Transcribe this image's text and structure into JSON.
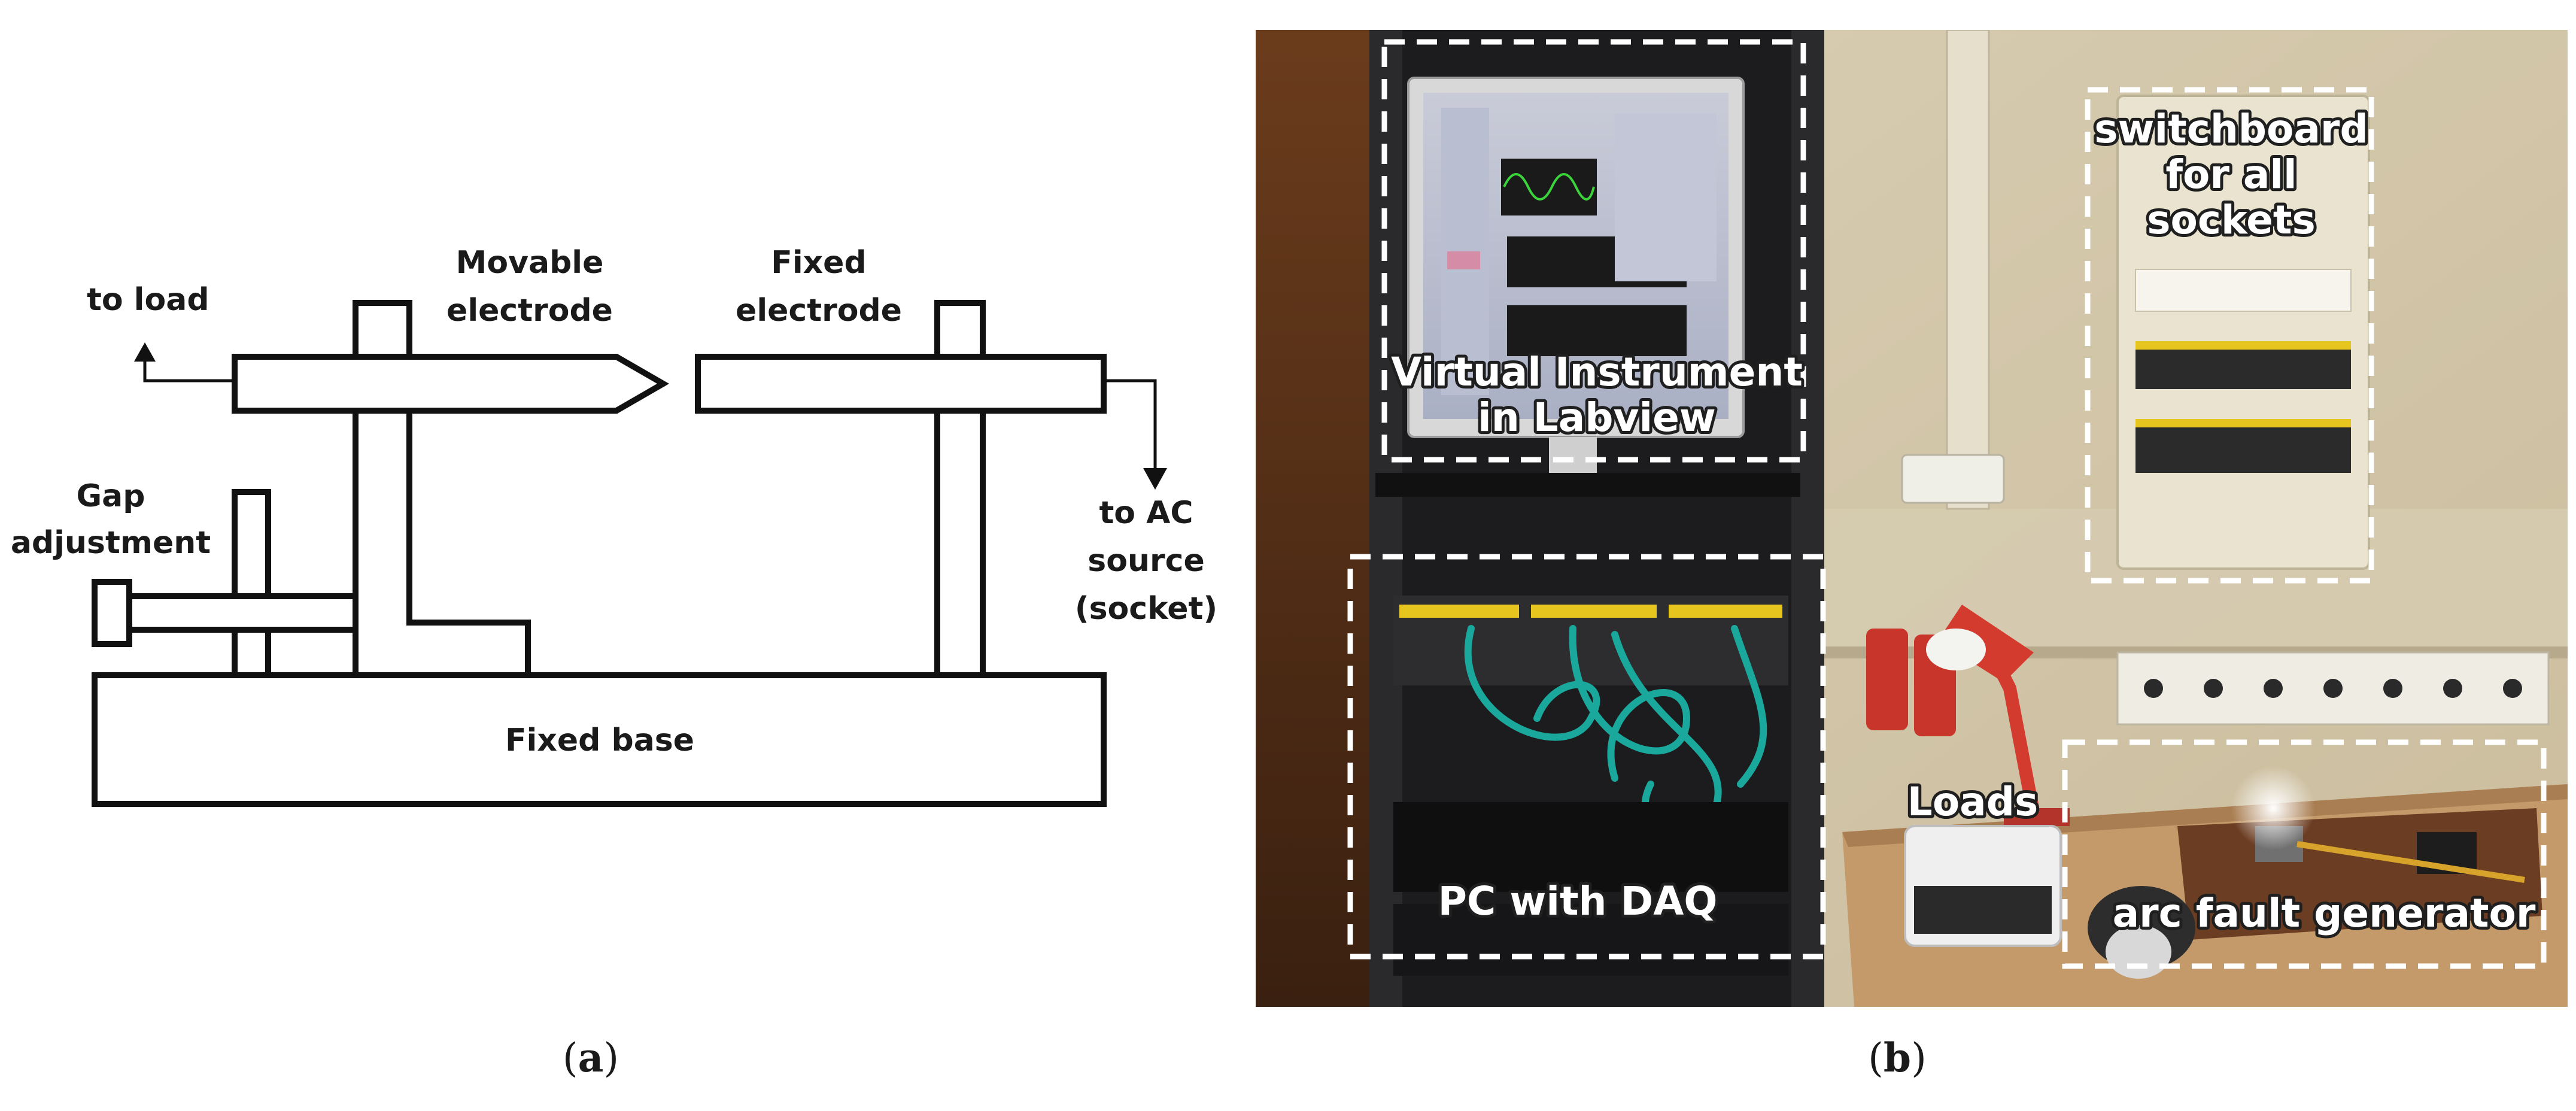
{
  "panel_a": {
    "caption_open": "(",
    "caption_letter": "a",
    "caption_close": ")",
    "labels": {
      "to_load": "to load",
      "movable_1": "Movable",
      "movable_2": "electrode",
      "fixed_1": "Fixed",
      "fixed_2": "electrode",
      "gap_1": "Gap",
      "gap_2": "adjustment",
      "ac_1": "to AC",
      "ac_2": "source",
      "ac_3": "(socket)",
      "base": "Fixed base"
    }
  },
  "panel_b": {
    "caption_open": "(",
    "caption_letter": "b",
    "caption_close": ")",
    "labels": {
      "vi_1": "Virtual Instrument",
      "vi_2": "in Labview",
      "switch_1": "switchboard",
      "switch_2": "for all",
      "switch_3": "sockets",
      "loads": "Loads",
      "pc": "PC with DAQ",
      "arc": "arc fault generator"
    }
  },
  "colors": {
    "line": "#111111",
    "photo_label": "#ffffff",
    "ethernet_cable": "#1aa89c",
    "patch_panel": "#e8c21e",
    "rack": "#1c1c1e"
  }
}
